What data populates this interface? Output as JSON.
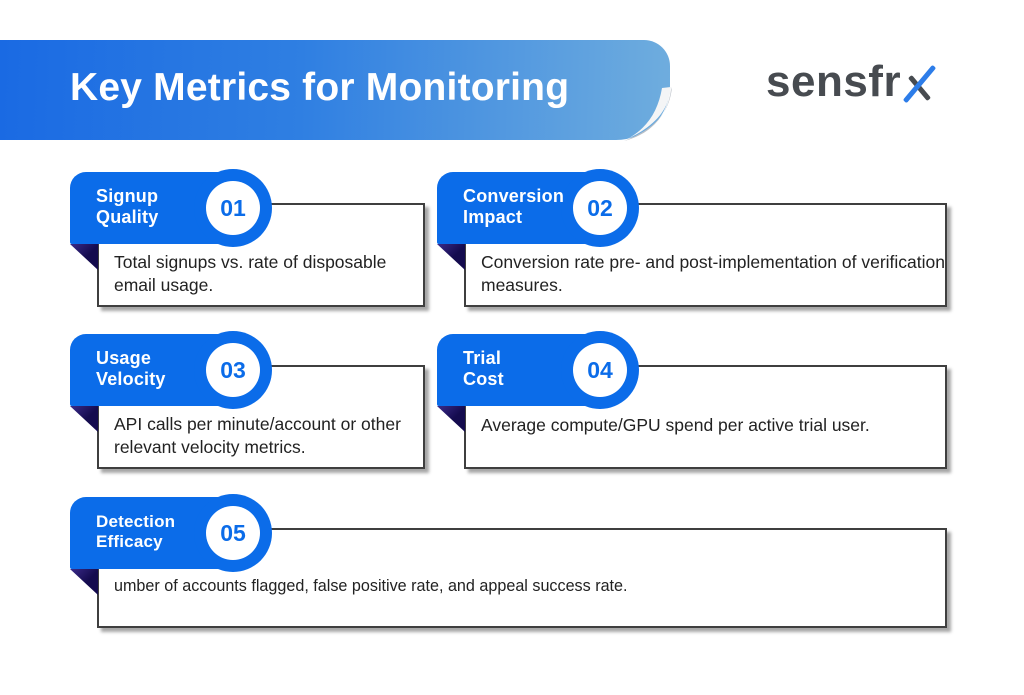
{
  "header": {
    "title": "Key Metrics for Monitoring",
    "logo_main": "sensfr",
    "logo_accent_letter": "x"
  },
  "colors": {
    "page_background": "#ffffff",
    "accent_blue": "#0b6ce9",
    "banner_gradient_left": "#1a6ae3",
    "banner_gradient_right": "#6fadde",
    "fold_navy_light": "#3b2b8a",
    "fold_navy_dark": "#140b4e",
    "body_text": "#222222",
    "box_border": "#3f3f3f",
    "card_title_text": "#ffffff",
    "logo_gray": "#474b50",
    "logo_blue": "#2d7de9"
  },
  "cards": [
    {
      "number": "01",
      "title_line1": "Signup",
      "title_line2": "Quality",
      "description": "Total signups vs. rate of disposable email usage."
    },
    {
      "number": "02",
      "title_line1": "Conversion",
      "title_line2": "Impact",
      "description": "Conversion rate pre- and post-implementation of verification measures."
    },
    {
      "number": "03",
      "title_line1": "Usage",
      "title_line2": "Velocity",
      "description": "API calls per minute/account or other relevant velocity metrics."
    },
    {
      "number": "04",
      "title_line1": "Trial",
      "title_line2": "Cost",
      "description": "Average compute/GPU spend per active trial user."
    },
    {
      "number": "05",
      "title_line1": "Detection",
      "title_line2": "Efficacy",
      "description": "umber of accounts flagged, false positive rate, and appeal success rate."
    }
  ]
}
